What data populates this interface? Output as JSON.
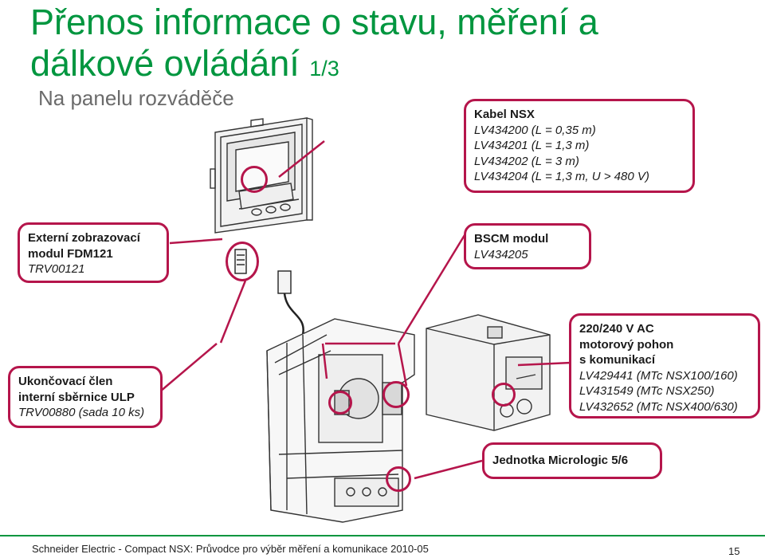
{
  "title": {
    "line1": "Přenos informace o stavu, měření a",
    "line2": "dálkové ovládání",
    "page_fraction": "1/3"
  },
  "subtitle": "Na panelu rozváděče",
  "callouts": {
    "cable": {
      "heading": "Kabel NSX",
      "lines": [
        "LV434200 (L = 0,35 m)",
        "LV434201 (L = 1,3 m)",
        "LV434202 (L = 3 m)",
        "LV434204 (L = 1,3 m, U > 480 V)"
      ]
    },
    "display": {
      "line1": "Externí zobrazovací",
      "line2": "modul FDM121",
      "ref": "TRV00121"
    },
    "bscm": {
      "line1": "BSCM modul",
      "ref": "LV434205"
    },
    "terminator": {
      "line1": "Ukončovací člen",
      "line2": "interní sběrnice ULP",
      "ref": "TRV00880 (sada 10 ks)"
    },
    "motor": {
      "line1": "220/240 V AC",
      "line2": "motorový pohon",
      "line3": "s komunikací",
      "refs": [
        "LV429441 (MTc NSX100/160)",
        "LV431549 (MTc NSX250)",
        "LV432652 (MTc NSX400/630)"
      ]
    },
    "micrologic": {
      "line1": "Jednotka Micrologic 5/6"
    }
  },
  "footer": {
    "text": "Schneider Electric - Compact NSX: Průvodce pro výběr měření a komunikace 2010-05",
    "page": "15"
  },
  "colors": {
    "title_green": "#00963f",
    "callout_border": "#b5154b",
    "subtitle_gray": "#6b6b6b"
  }
}
